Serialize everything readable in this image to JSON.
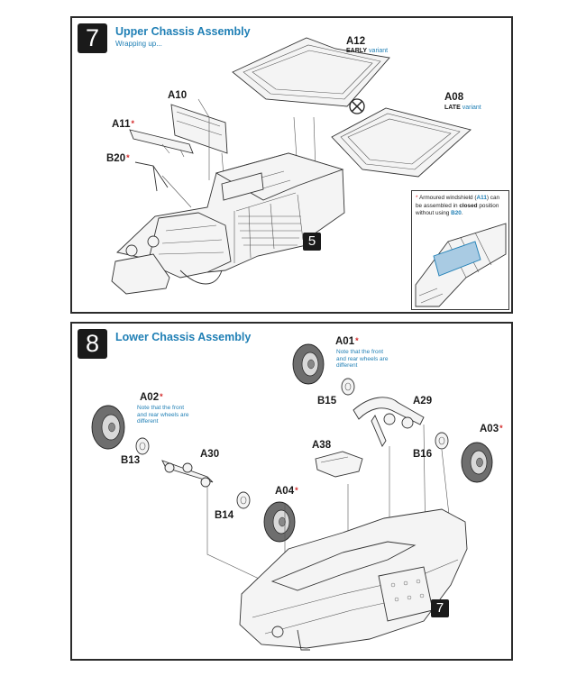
{
  "step7": {
    "number": "7",
    "title": "Upper Chassis Assembly",
    "subtitle": "Wrapping up...",
    "labels": {
      "a12": "A12",
      "a12_variant": "EARLY",
      "a12_variant_suffix": "variant",
      "a08": "A08",
      "a08_variant": "LATE",
      "a08_variant_suffix": "variant",
      "a10": "A10",
      "a11": "A11",
      "b20": "B20",
      "asterisk": "*"
    },
    "ref_step": "5",
    "inset_note": {
      "asterisk": "*",
      "line1_pre": "Armoured windshield (",
      "part_a11": "A11",
      "line1_post": ") can be assembled in",
      "closed": "closed",
      "line2_post": "position without using",
      "part_b20": "B20",
      "end": "."
    }
  },
  "step8": {
    "number": "8",
    "title": "Lower Chassis Assembly",
    "labels": {
      "a01": "A01",
      "a02": "A02",
      "a03": "A03",
      "a04": "A04",
      "a29": "A29",
      "a30": "A30",
      "a38": "A38",
      "b13": "B13",
      "b14": "B14",
      "b15": "B15",
      "b16": "B16",
      "asterisk": "*"
    },
    "wheel_note": "Note that the front and rear wheels are different",
    "ref_step": "7"
  },
  "colors": {
    "accent": "#1f7fb5",
    "asterisk": "#d42a2a",
    "badge": "#1a1a1a"
  }
}
